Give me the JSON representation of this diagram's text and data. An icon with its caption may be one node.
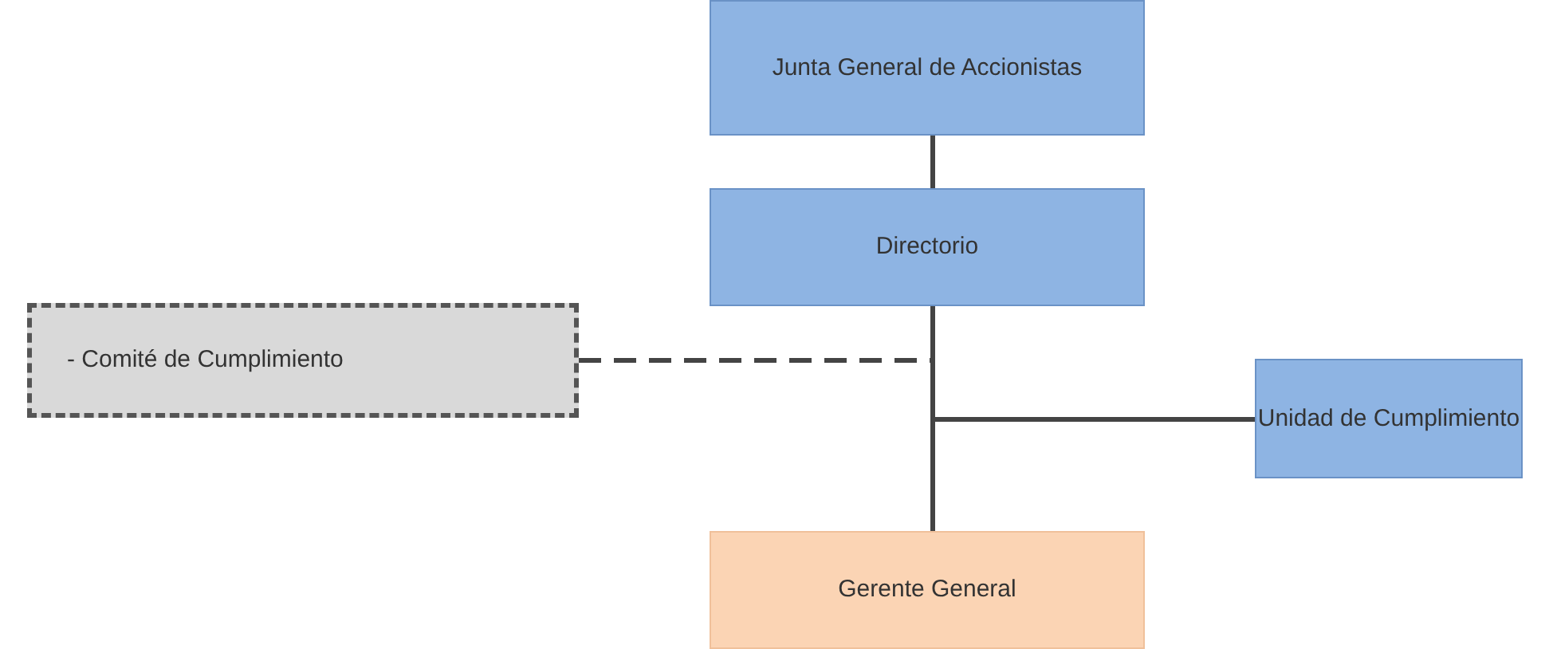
{
  "diagram": {
    "nodes": [
      {
        "text": [
          "Junta General de Accionistas"
        ]
      },
      {
        "text": [
          "Directorio"
        ]
      },
      {
        "text": [
          "- Comité de Cumplimiento"
        ]
      },
      {
        "text": [
          "Unidad de Cumplimiento"
        ]
      },
      {
        "text": [
          "Gerente General"
        ]
      }
    ],
    "edges": [
      {
        "from": 0,
        "to": 1,
        "arrow": "none"
      },
      {
        "from": 1,
        "to": 2,
        "arrow": "none",
        "style": "dashed"
      },
      {
        "from": 1,
        "to": 3,
        "arrow": "none"
      },
      {
        "from": 1,
        "to": 4,
        "arrow": "none"
      }
    ]
  }
}
